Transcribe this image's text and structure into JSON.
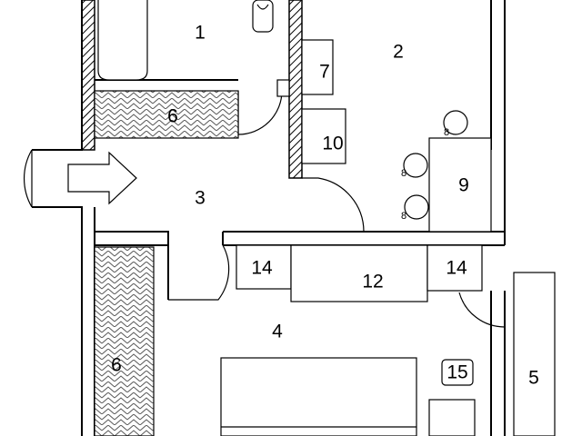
{
  "labels": {
    "r1": "1",
    "r2": "2",
    "r3": "3",
    "r4": "4",
    "r5": "5",
    "r6a": "6",
    "r6b": "6",
    "r7": "7",
    "r8a": "8",
    "r8b": "8",
    "r8c": "8",
    "r9": "9",
    "r10": "10",
    "r12": "12",
    "r14a": "14",
    "r14b": "14",
    "r15": "15"
  }
}
